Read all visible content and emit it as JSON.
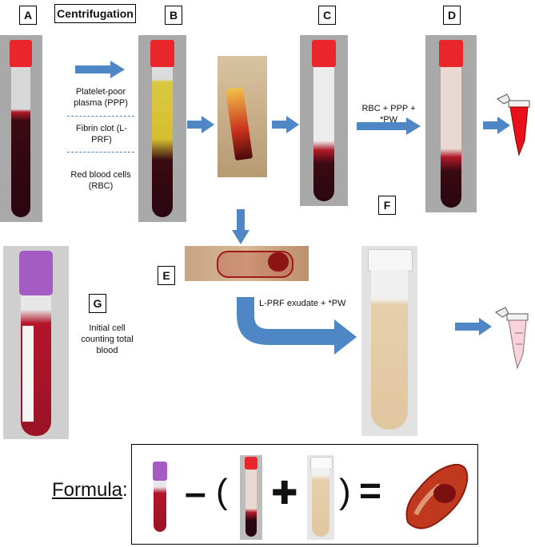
{
  "labels": {
    "A": "A",
    "B": "B",
    "C": "C",
    "D": "D",
    "E": "E",
    "F": "F",
    "G": "G"
  },
  "title": "Centrifugation",
  "annotations": {
    "ppp": "Platelet-poor plasma (PPP)",
    "fibrin": "Fibrin clot (L-PRF)",
    "rbc": "Red blood cells (RBC)",
    "rbc_ppp_pw": "RBC + PPP + *PW",
    "exudate_pw": "L-PRF exudate +  *PW",
    "initial_count": "Initial cell counting total blood"
  },
  "formula": {
    "label": "Formula",
    "colon": ":",
    "minus": "–",
    "open_paren": "(",
    "plus": "✚",
    "close_paren": ")",
    "equals": "="
  },
  "colors": {
    "arrow": "#4f86c6",
    "cap_red": "#e8262c",
    "cap_purple": "#a45bc4",
    "blood_dark": "#2a0a10",
    "blood_red": "#8b0f1c",
    "plasma_yellow": "#d8c23a",
    "exudate": "#e6cfaa"
  }
}
